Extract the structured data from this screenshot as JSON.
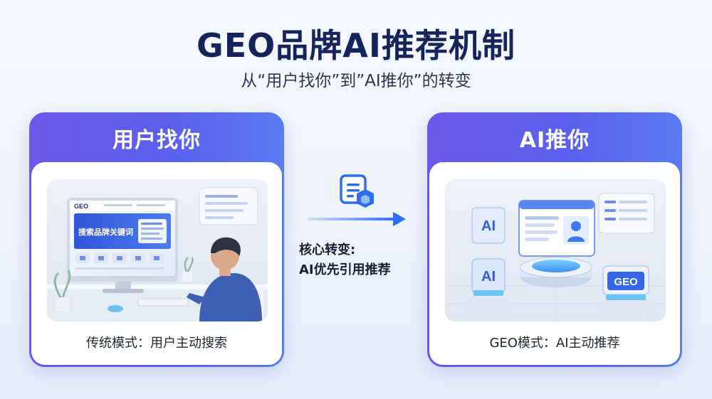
{
  "header": {
    "title": "GEO品牌AI推荐机制",
    "subtitle": "从“用户找你”到”AI推你”的转变"
  },
  "left_card": {
    "heading": "用户找你",
    "caption": "传统模式：用户主动搜索",
    "screen": {
      "logo": "GEO",
      "banner": "搜索品牌关键词"
    }
  },
  "right_card": {
    "heading": "AI推你",
    "caption": "GEO模式：AI主动推荐",
    "labels": {
      "panel_ai_top": "AI",
      "panel_ai_bottom": "AI",
      "panel_geo": "GEO"
    }
  },
  "center": {
    "line1": "核心转变:",
    "line2": "AI优先引用推荐"
  },
  "colors": {
    "accent": "#5a5fee",
    "accent_light": "#6b58e9",
    "arrow": "#2f6df0",
    "title": "#15245a"
  }
}
